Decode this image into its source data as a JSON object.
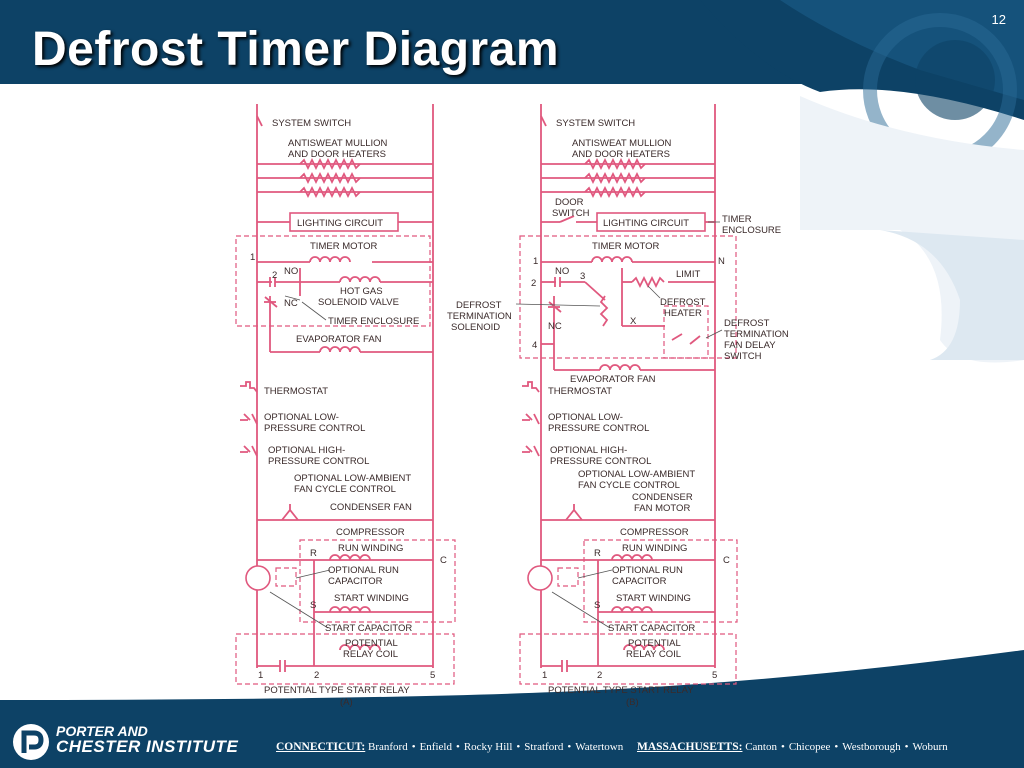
{
  "slide": {
    "title": "Defrost Timer Diagram",
    "number": "12"
  },
  "colors": {
    "header_bg": "#0d4266",
    "wire": "#e0587e",
    "label": "#3a2a2a"
  },
  "diagram_a": {
    "system_switch": "SYSTEM SWITCH",
    "antisweat_1": "ANTISWEAT MULLION",
    "antisweat_2": "AND DOOR HEATERS",
    "lighting": "LIGHTING CIRCUIT",
    "timer_motor": "TIMER MOTOR",
    "t1": "1",
    "t2": "2",
    "no": "NO",
    "nc": "NC",
    "hot_gas_1": "HOT GAS",
    "hot_gas_2": "SOLENOID VALVE",
    "timer_enclosure": "TIMER ENCLOSURE",
    "evap_fan": "EVAPORATOR FAN",
    "thermostat": "THERMOSTAT",
    "low_1": "OPTIONAL LOW-",
    "low_2": "PRESSURE CONTROL",
    "high_1": "OPTIONAL HIGH-",
    "high_2": "PRESSURE CONTROL",
    "amb_1": "OPTIONAL LOW-AMBIENT",
    "amb_2": "FAN CYCLE CONTROL",
    "cond_fan": "CONDENSER FAN",
    "compressor": "COMPRESSOR",
    "run_winding": "RUN WINDING",
    "r": "R",
    "c": "C",
    "s": "S",
    "run_cap_1": "OPTIONAL RUN",
    "run_cap_2": "CAPACITOR",
    "start_winding": "START WINDING",
    "start_cap": "START CAPACITOR",
    "pot_1": "POTENTIAL",
    "pot_2": "RELAY COIL",
    "b1": "1",
    "b2": "2",
    "b5": "5",
    "relay": "POTENTIAL TYPE START RELAY",
    "caption": "(A)"
  },
  "diagram_b": {
    "system_switch": "SYSTEM SWITCH",
    "antisweat_1": "ANTISWEAT MULLION",
    "antisweat_2": "AND DOOR HEATERS",
    "door_1": "DOOR",
    "door_2": "SWITCH",
    "lighting": "LIGHTING CIRCUIT",
    "timer_enc_1": "TIMER",
    "timer_enc_2": "ENCLOSURE",
    "timer_motor": "TIMER MOTOR",
    "t1": "1",
    "n": "N",
    "t2": "2",
    "no": "NO",
    "t3": "3",
    "limit": "LIMIT",
    "defrost_heater_1": "DEFROST",
    "defrost_heater_2": "HEATER",
    "dts_1": "DEFROST",
    "dts_2": "TERMINATION",
    "dts_3": "SOLENOID",
    "x": "X",
    "nc": "NC",
    "t4": "4",
    "dtf_1": "DEFROST",
    "dtf_2": "TERMINATION",
    "dtf_3": "FAN DELAY",
    "dtf_4": "SWITCH",
    "evap_fan": "EVAPORATOR FAN",
    "thermostat": "THERMOSTAT",
    "low_1": "OPTIONAL LOW-",
    "low_2": "PRESSURE CONTROL",
    "high_1": "OPTIONAL HIGH-",
    "high_2": "PRESSURE CONTROL",
    "amb_1": "OPTIONAL LOW-AMBIENT",
    "amb_2": "FAN CYCLE CONTROL",
    "cond_1": "CONDENSER",
    "cond_2": "FAN MOTOR",
    "compressor": "COMPRESSOR",
    "run_winding": "RUN WINDING",
    "r": "R",
    "c": "C",
    "s": "S",
    "run_cap_1": "OPTIONAL RUN",
    "run_cap_2": "CAPACITOR",
    "start_winding": "START WINDING",
    "start_cap": "START CAPACITOR",
    "pot_1": "POTENTIAL",
    "pot_2": "RELAY COIL",
    "b1": "1",
    "b2": "2",
    "b5": "5",
    "relay": "POTENTIAL TYPE START RELAY",
    "caption": "(B)"
  },
  "footer": {
    "institute_line1": "PORTER AND",
    "institute_line2": "CHESTER INSTITUTE",
    "state_ct": "CONNECTICUT:",
    "ct_towns": [
      "Branford",
      "Enfield",
      "Rocky Hill",
      "Stratford",
      "Watertown"
    ],
    "state_ma": "MASSACHUSETTS:",
    "ma_towns": [
      "Canton",
      "Chicopee",
      "Westborough",
      "Woburn"
    ],
    "separator": "•"
  },
  "icons": {
    "logo": "porter-chester-logo-icon",
    "decor": "background-swoosh-icon"
  }
}
